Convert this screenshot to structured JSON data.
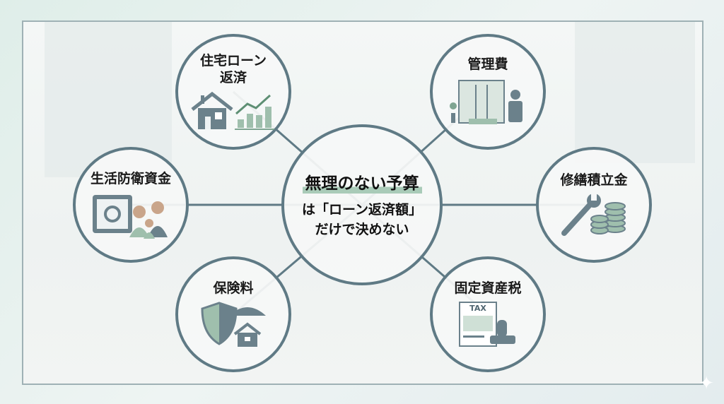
{
  "center": {
    "headline": "無理のない予算",
    "line1": "は「ローン返済額」",
    "line2": "だけで決めない"
  },
  "nodes": [
    {
      "label_1": "住宅ローン",
      "label_2": "返済",
      "icon": "house-chart-icon"
    },
    {
      "label_1": "管理費",
      "icon": "building-entrance-icon"
    },
    {
      "label_1": "生活防衛資金",
      "icon": "safe-family-icon"
    },
    {
      "label_1": "修繕積立金",
      "icon": "wrench-coins-icon"
    },
    {
      "label_1": "保険料",
      "icon": "shield-umbrella-icon"
    },
    {
      "label_1": "固定資産税",
      "icon": "tax-document-icon"
    }
  ],
  "tax_icon_text": "TAX",
  "colors": {
    "stroke": "#5f7a85",
    "accent": "#a9cbb8",
    "icon": "#6b818b"
  }
}
